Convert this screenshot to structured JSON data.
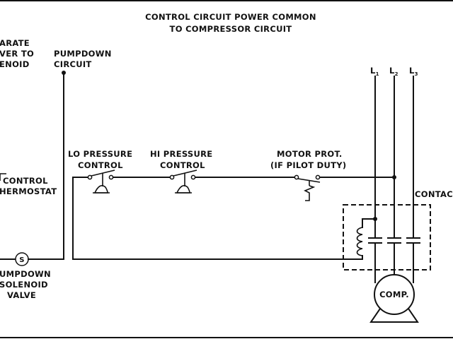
{
  "title": {
    "line1": "CONTROL CIRCUIT POWER COMMON",
    "line2": "TO COMPRESSOR CIRCUIT"
  },
  "left_labels": {
    "separate_line1": "ARATE",
    "separate_line2": "VER TO",
    "separate_line3": "ENOID",
    "thermostat_line1": "CONTROL",
    "thermostat_line2": "HERMOSTAT",
    "solenoid_symbol": "S",
    "solenoid_line1": "UMPDOWN",
    "solenoid_line2": "SOLENOID",
    "solenoid_line3": "VALVE"
  },
  "pumpdown": {
    "line1": "PUMPDOWN",
    "line2": "CIRCUIT"
  },
  "switches": {
    "lo_line1": "LO PRESSURE",
    "lo_line2": "CONTROL",
    "hi_line1": "HI PRESSURE",
    "hi_line2": "CONTROL",
    "motor_line1": "MOTOR PROT.",
    "motor_line2": "(IF PILOT DUTY)"
  },
  "lines": {
    "l1": "L",
    "l1_sub": "1",
    "l2": "L",
    "l2_sub": "2",
    "l3": "L",
    "l3_sub": "3"
  },
  "contactor_label": "CONTAC",
  "compressor_label": "COMP."
}
